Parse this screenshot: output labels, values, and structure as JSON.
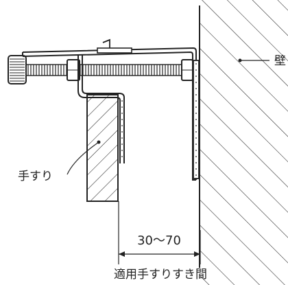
{
  "labels": {
    "wall": "壁",
    "handrail": "手すり",
    "dimension": "30〜70",
    "caption": "適用手すりすき間"
  },
  "colors": {
    "stroke": "#222222",
    "background": "#ffffff"
  }
}
